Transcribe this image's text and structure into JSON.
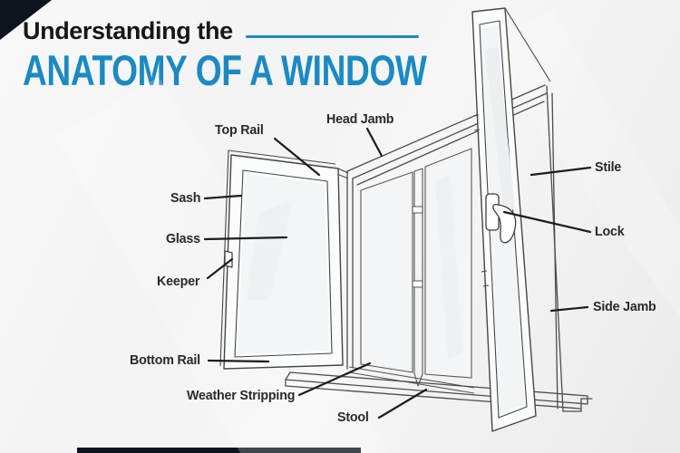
{
  "header": {
    "kicker": "Understanding the",
    "title": "ANATOMY OF A WINDOW"
  },
  "colors": {
    "accent_blue": "#1b8ac2",
    "accent_dark": "#0e141d",
    "ink": "#171717",
    "label_ink": "#2a2a2a",
    "drawing_stroke": "#4d4d4d",
    "background": "#f3f3f3"
  },
  "diagram": {
    "type": "labeled-diagram",
    "subject": "casement window anatomy line drawing",
    "labels": [
      {
        "part": "top-rail",
        "text": "Top Rail"
      },
      {
        "part": "head-jamb",
        "text": "Head Jamb"
      },
      {
        "part": "stile",
        "text": "Stile"
      },
      {
        "part": "sash",
        "text": "Sash"
      },
      {
        "part": "lock",
        "text": "Lock"
      },
      {
        "part": "glass",
        "text": "Glass"
      },
      {
        "part": "keeper",
        "text": "Keeper"
      },
      {
        "part": "side-jamb",
        "text": "Side Jamb"
      },
      {
        "part": "bottom-rail",
        "text": "Bottom Rail"
      },
      {
        "part": "weather-stripping",
        "text": "Weather Stripping"
      },
      {
        "part": "stool",
        "text": "Stool"
      }
    ]
  }
}
